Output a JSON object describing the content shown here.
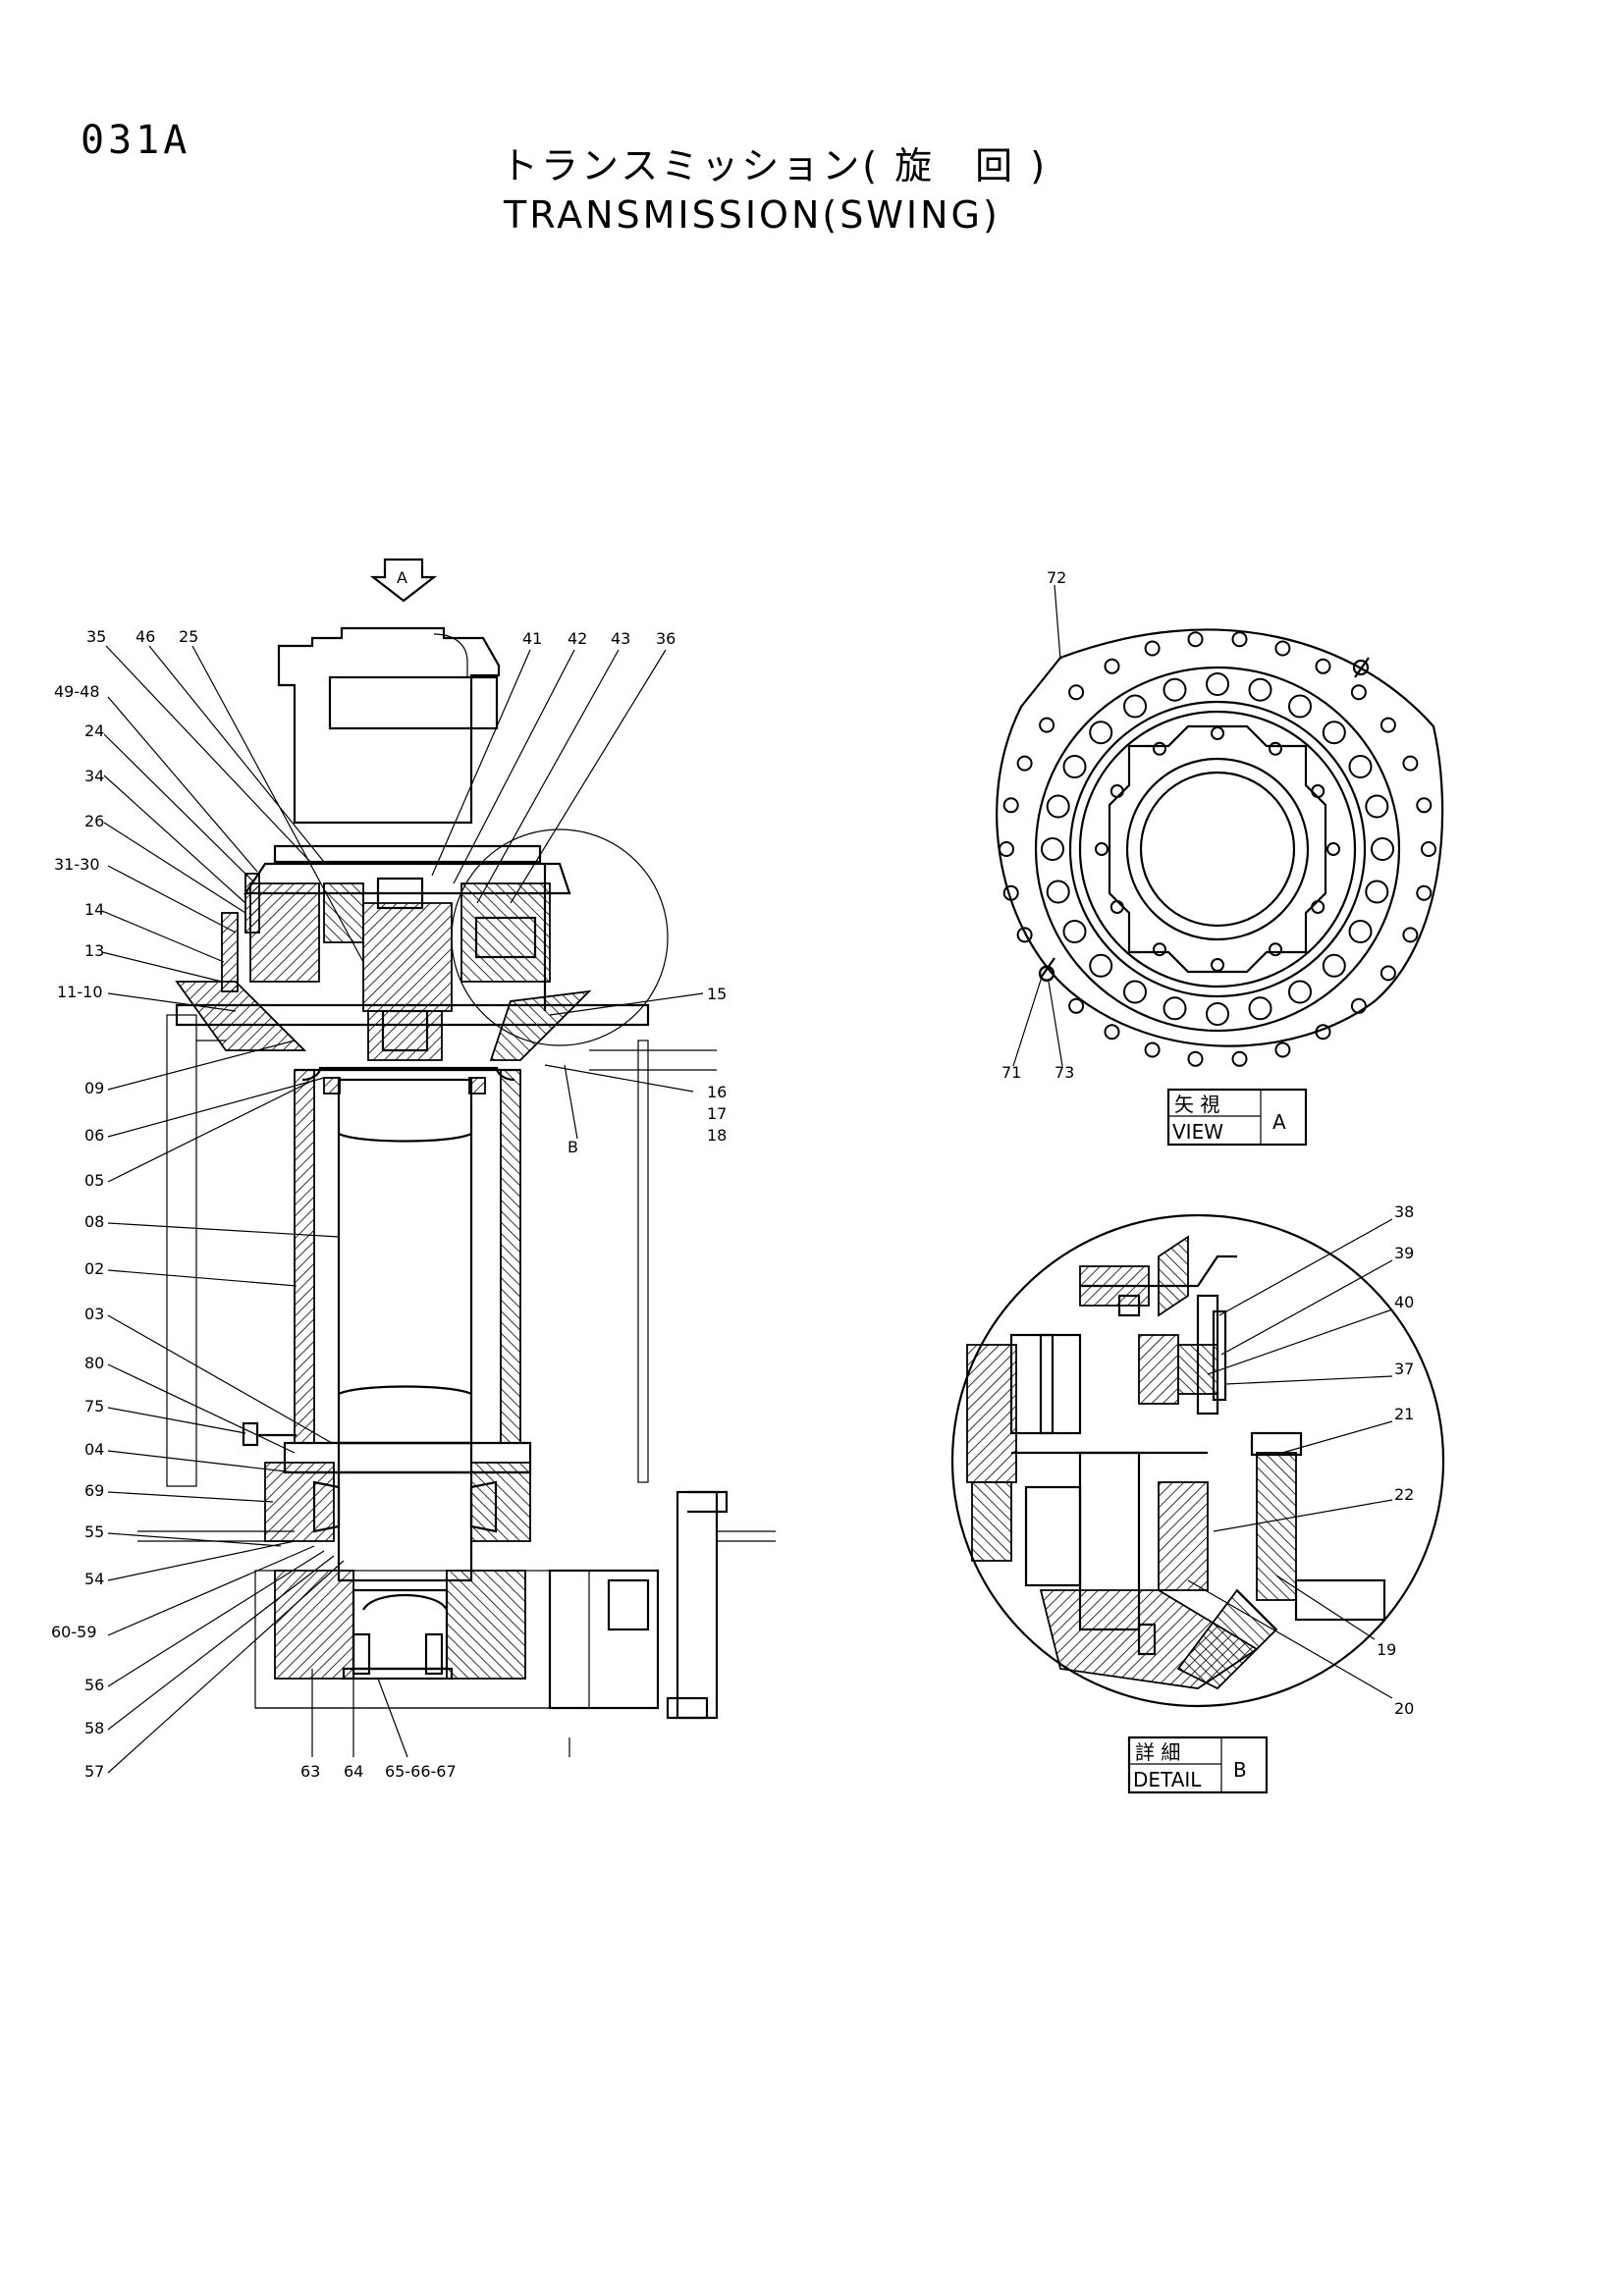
{
  "page_code": "031A",
  "title_jp": "トランスミッション( 旋　回 )",
  "title_en": "TRANSMISSION(SWING)",
  "view_arrow_label": "A",
  "main_labels_left": [
    "35",
    "46",
    "25",
    "49-48",
    "24",
    "34",
    "26",
    "31-30",
    "14",
    "13",
    "11-10",
    "09",
    "06",
    "05",
    "08",
    "02",
    "03",
    "80",
    "75",
    "04",
    "69",
    "55",
    "54",
    "60-59",
    "56",
    "58",
    "57"
  ],
  "main_labels_top": [
    "41",
    "42",
    "43",
    "36"
  ],
  "main_labels_right": [
    "15",
    "16",
    "17",
    "18"
  ],
  "main_labels_bottom": [
    "63",
    "64",
    "65-66-67"
  ],
  "detail_b_marker": "B",
  "view_a": {
    "labels": [
      "72",
      "71",
      "73"
    ],
    "caption_jp": "矢 視",
    "caption_en": "VIEW",
    "caption_letter": "A"
  },
  "detail_b": {
    "labels": [
      "38",
      "39",
      "40",
      "37",
      "21",
      "22",
      "19",
      "20"
    ],
    "caption_jp": "詳 細",
    "caption_en": "DETAIL",
    "caption_letter": "B"
  }
}
